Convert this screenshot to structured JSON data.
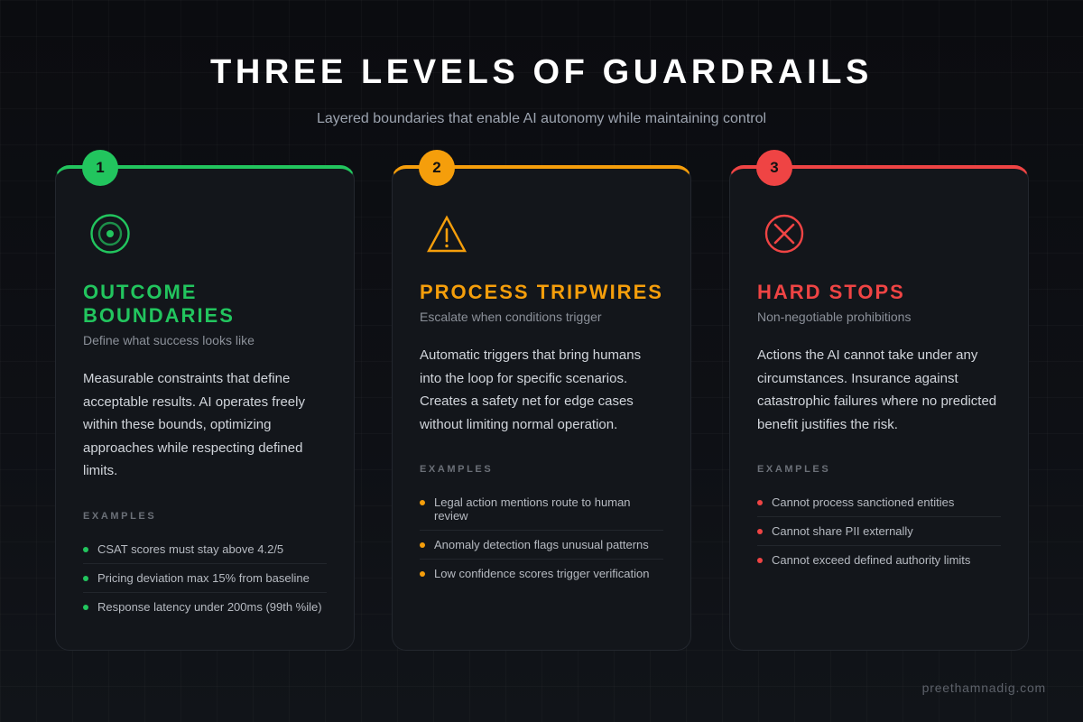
{
  "header": {
    "title": "THREE LEVELS OF GUARDRAILS",
    "subtitle": "Layered boundaries that enable AI autonomy while maintaining control"
  },
  "cards": [
    {
      "number": "1",
      "icon": "target-icon",
      "accent": "#22c55e",
      "name_line1": "OUTCOME",
      "name_line2": "BOUNDARIES",
      "tagline": "Define what success looks like",
      "description": "Measurable constraints that define acceptable results. AI operates freely within these bounds, optimizing approaches while respecting defined limits.",
      "examples_label": "EXAMPLES",
      "examples": [
        "CSAT scores must stay above 4.2/5",
        "Pricing deviation max 15% from baseline",
        "Response latency under 200ms (99th %ile)"
      ]
    },
    {
      "number": "2",
      "icon": "warning-triangle-icon",
      "accent": "#f59e0b",
      "name_line1": "PROCESS TRIPWIRES",
      "name_line2": "",
      "tagline": "Escalate when conditions trigger",
      "description": "Automatic triggers that bring humans into the loop for specific scenarios. Creates a safety net for edge cases without limiting normal operation.",
      "examples_label": "EXAMPLES",
      "examples": [
        "Legal action mentions route to human review",
        "Anomaly detection flags unusual patterns",
        "Low confidence scores trigger verification"
      ]
    },
    {
      "number": "3",
      "icon": "x-circle-icon",
      "accent": "#ef4444",
      "name_line1": "HARD STOPS",
      "name_line2": "",
      "tagline": "Non-negotiable prohibitions",
      "description": "Actions the AI cannot take under any circumstances. Insurance against catastrophic failures where no predicted benefit justifies the risk.",
      "examples_label": "EXAMPLES",
      "examples": [
        "Cannot process sanctioned entities",
        "Cannot share PII externally",
        "Cannot exceed defined authority limits"
      ]
    }
  ],
  "footer": {
    "credit": "preethamnadig.com"
  }
}
